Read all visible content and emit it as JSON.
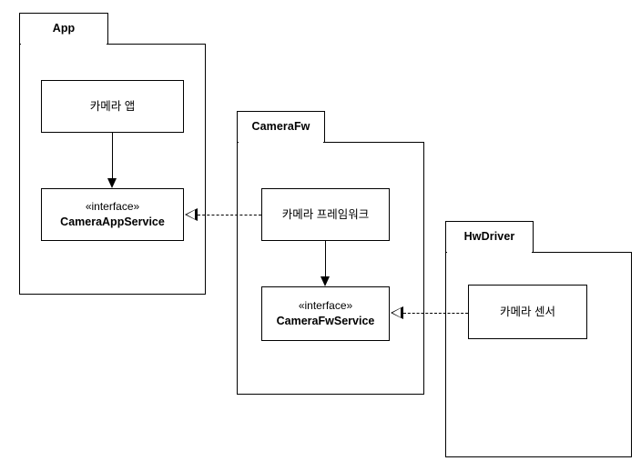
{
  "diagram": {
    "title": "Camera layered architecture package diagram",
    "type": "uml-package-diagram",
    "background_color": "#ffffff",
    "line_color": "#000000"
  },
  "packages": [
    {
      "id": "app",
      "name": "App",
      "nodes": [
        {
          "id": "camera-app",
          "label": "카메라 앱",
          "kind": "class"
        },
        {
          "id": "camera-app-service",
          "stereotype": "«interface»",
          "name": "CameraAppService",
          "kind": "interface"
        }
      ]
    },
    {
      "id": "camerafw",
      "name": "CameraFw",
      "nodes": [
        {
          "id": "camera-framework",
          "label": "카메라 프레임워크",
          "kind": "class"
        },
        {
          "id": "camera-fw-service",
          "stereotype": "«interface»",
          "name": "CameraFwService",
          "kind": "interface"
        }
      ]
    },
    {
      "id": "hwdriver",
      "name": "HwDriver",
      "nodes": [
        {
          "id": "camera-sensor",
          "label": "카메라 센서",
          "kind": "class"
        }
      ]
    }
  ],
  "connectors": [
    {
      "id": "app-to-appservice",
      "type": "dependency-arrow",
      "from": "카메라 앱",
      "to": "CameraAppService"
    },
    {
      "id": "framework-realizes-appservice",
      "type": "realization",
      "from": "카메라 프레임워크",
      "to": "CameraAppService"
    },
    {
      "id": "framework-to-fwservice",
      "type": "dependency-arrow",
      "from": "카메라 프레임워크",
      "to": "CameraFwService"
    },
    {
      "id": "sensor-realizes-fwservice",
      "type": "realization",
      "from": "카메라 센서",
      "to": "CameraFwService"
    }
  ]
}
